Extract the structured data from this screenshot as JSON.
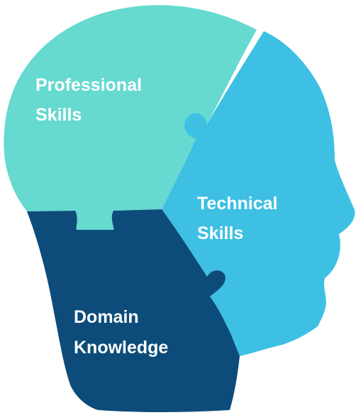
{
  "segments": [
    {
      "id": "professional",
      "label_lines": [
        "Professional",
        "Skills"
      ],
      "color": "#66d9d0"
    },
    {
      "id": "technical",
      "label_lines": [
        "Technical",
        "Skills"
      ],
      "color": "#3dc0e3"
    },
    {
      "id": "domain",
      "label_lines": [
        "Domain",
        "Knowledge"
      ],
      "color": "#0d4c7a"
    }
  ]
}
